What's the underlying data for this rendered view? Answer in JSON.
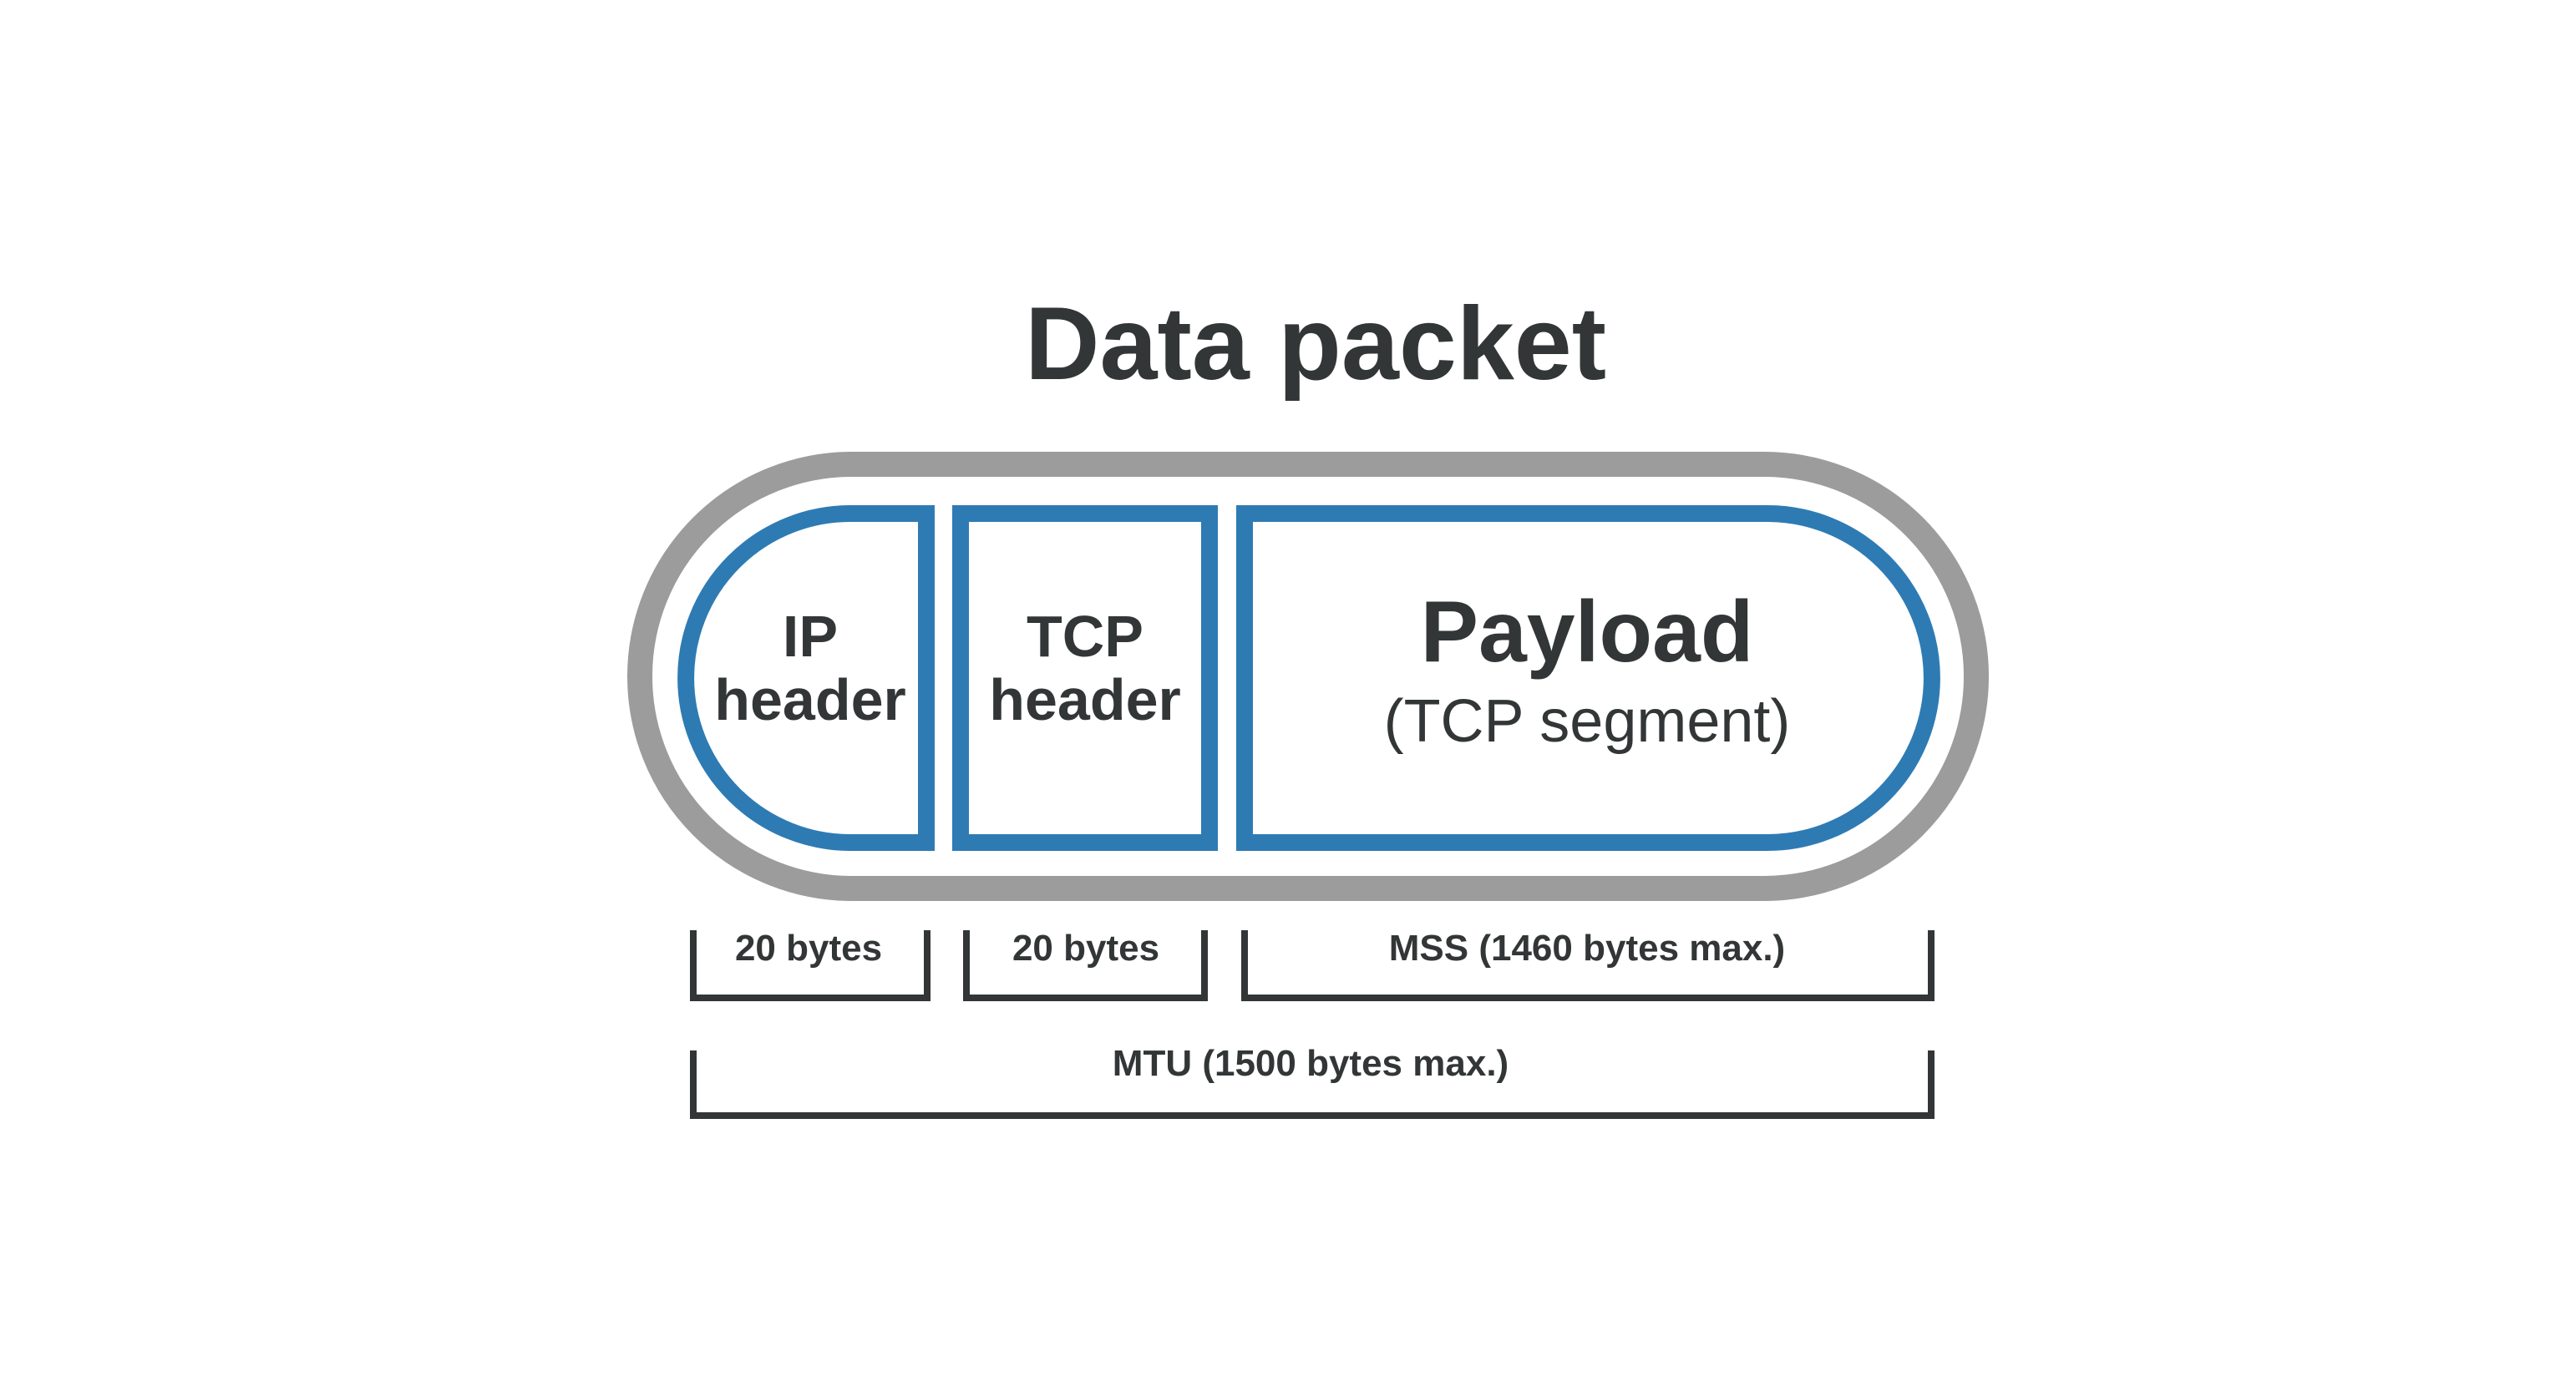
{
  "title": "Data packet",
  "colors": {
    "outer_capsule": "#9b9c9b",
    "segment_outline": "#2e7bb4",
    "text": "#333637",
    "bracket": "#333637",
    "background": "#ffffff"
  },
  "segments": {
    "ip_header": {
      "line1": "IP",
      "line2": "header"
    },
    "tcp_header": {
      "line1": "TCP",
      "line2": "header"
    },
    "payload": {
      "title": "Payload",
      "subtitle": "(TCP segment)"
    }
  },
  "measurements": {
    "ip_size": "20 bytes",
    "tcp_size": "20 bytes",
    "mss": "MSS (1460 bytes max.)",
    "mtu": "MTU (1500 bytes max.)"
  }
}
